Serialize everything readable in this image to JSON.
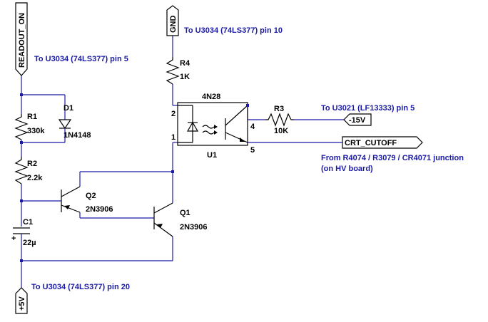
{
  "nets": {
    "readout_on": "READOUT_ON",
    "gnd": "GND",
    "plus5v": "+5V",
    "minus15v": "-15V",
    "crt_cutoff": "CRT_CUTOFF"
  },
  "notes": {
    "readout_on": "To U3034 (74LS377) pin 5",
    "gnd": "To U3034 (74LS377) pin 10",
    "minus15v": "To U3021 (LF13333) pin 5",
    "crt_cutoff_line1": "From R4074 / R3079 / CR4071 junction",
    "crt_cutoff_line2": "(on HV board)",
    "plus5v": "To U3034 (74LS377) pin 20"
  },
  "components": {
    "r1": {
      "ref": "R1",
      "value": "330k"
    },
    "d1": {
      "ref": "D1",
      "value": "1N4148"
    },
    "r2": {
      "ref": "R2",
      "value": "2.2k"
    },
    "c1": {
      "ref": "C1",
      "value": "22µ",
      "polarity": "+"
    },
    "q2": {
      "ref": "Q2",
      "value": "2N3906"
    },
    "q1": {
      "ref": "Q1",
      "value": "2N3906"
    },
    "r4": {
      "ref": "R4",
      "value": "1K"
    },
    "u1": {
      "ref": "U1",
      "value": "4N28",
      "pins": [
        "2",
        "1",
        "4",
        "5"
      ]
    },
    "r3": {
      "ref": "R3",
      "value": "10K"
    }
  },
  "colors": {
    "wire": "#1a1aa6",
    "part": "#000000",
    "background": "#ffffff"
  }
}
